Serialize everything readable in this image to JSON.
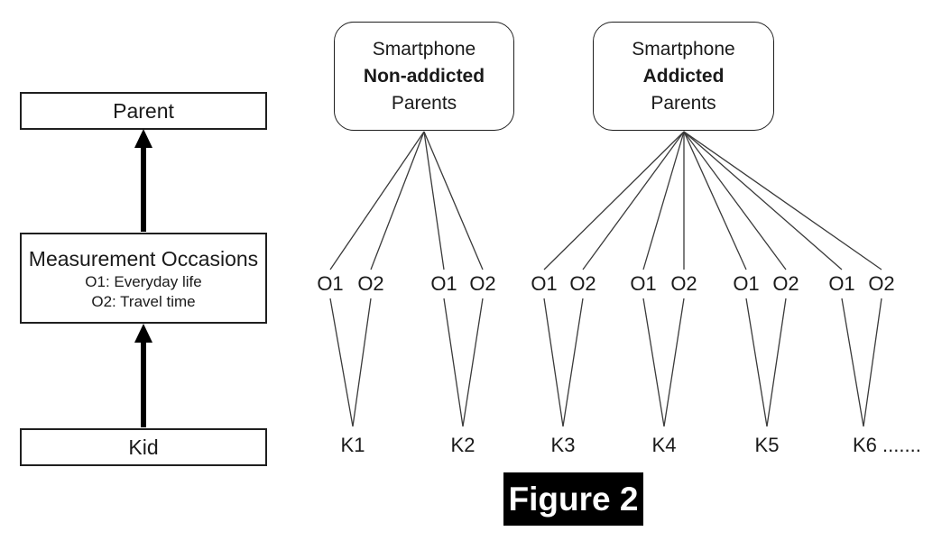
{
  "figure_caption": "Figure 2",
  "left_flow": {
    "parent_label": "Parent",
    "measurement_title": "Measurement Occasions",
    "measurement_o1": "O1: Everyday life",
    "measurement_o2": "O2: Travel time",
    "kid_label": "Kid"
  },
  "parent_groups": [
    {
      "line1": "Smartphone",
      "line2": "Non-addicted",
      "line3": "Parents"
    },
    {
      "line1": "Smartphone",
      "line2": "Addicted",
      "line3": "Parents"
    }
  ],
  "occasion_pairs": [
    {
      "o1": "O1",
      "o2": "O2"
    },
    {
      "o1": "O1",
      "o2": "O2"
    },
    {
      "o1": "O1",
      "o2": "O2"
    },
    {
      "o1": "O1",
      "o2": "O2"
    },
    {
      "o1": "O1",
      "o2": "O2"
    },
    {
      "o1": "O1",
      "o2": "O2"
    }
  ],
  "kids": [
    "K1",
    "K2",
    "K3",
    "K4",
    "K5",
    "K6 ......."
  ],
  "colors": {
    "line": "#3a3a3a",
    "box_border": "#1f1f1f",
    "arrow": "#000000",
    "caption_bg": "#000000",
    "caption_text": "#ffffff"
  }
}
